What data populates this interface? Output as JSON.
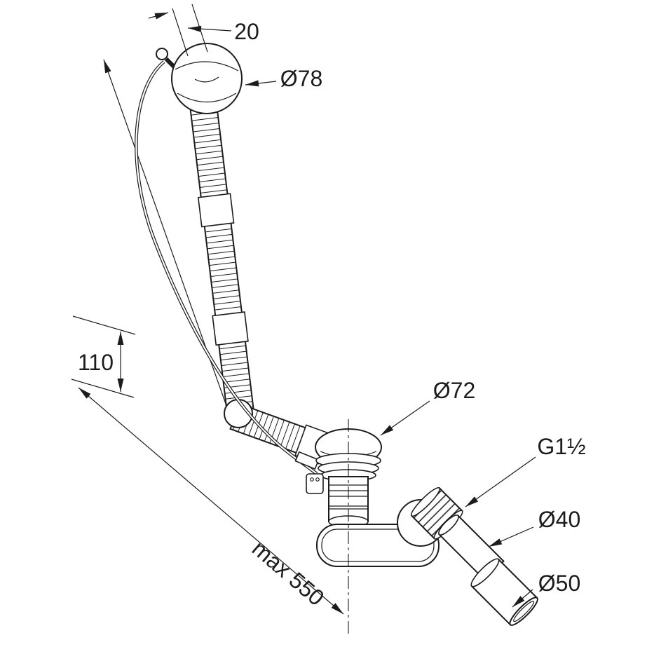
{
  "diagram": {
    "labels": {
      "cap_depth": "20",
      "cap_diameter": "Ø78",
      "height_offset": "110",
      "drain_cap_diameter": "Ø72",
      "thread_size": "G1½",
      "pipe_diameter": "Ø40",
      "outlet_diameter": "Ø50",
      "max_length": "max 550"
    },
    "colors": {
      "line": "#1c1c1c",
      "background": "#ffffff"
    }
  }
}
